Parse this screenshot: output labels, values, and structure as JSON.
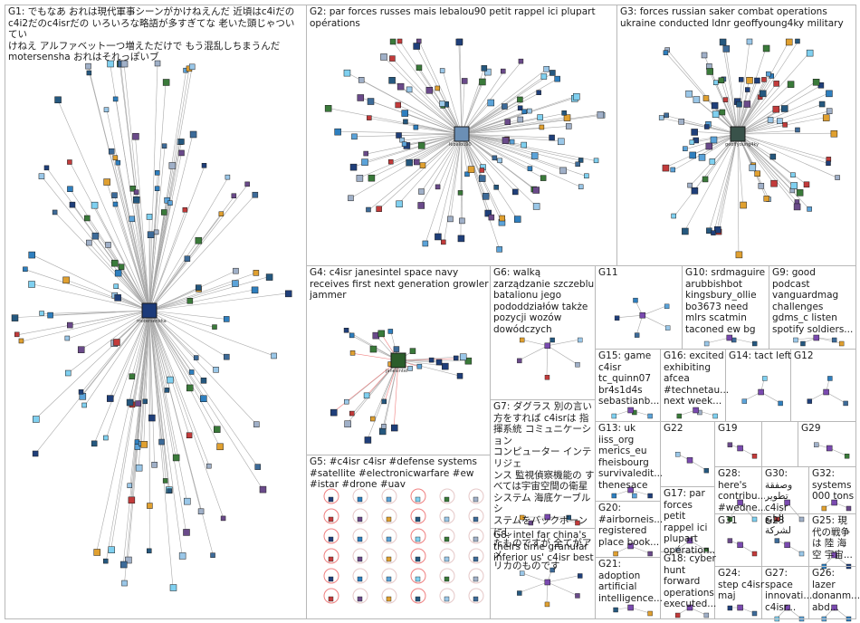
{
  "graph": {
    "groups": [
      {
        "id": "G1",
        "label": "G1: でもなあ おれは現代軍事シーンがかけねえんだ 近頃はc4iだの\nc4i2だのc4isrだの いろいろな略語が多すぎてな 老いた頭じゃついてい\nけねえ アルファベット一つ増えただけで もう混乱しちまうんだ\nmotersensha おれはそれっぽいブ",
        "hub": "motersensha",
        "hub_color": "#1c3b7a",
        "node_count": 150
      },
      {
        "id": "G2",
        "label": "G2: par forces russes mais lebalou90 petit rappel ici plupart\nopérations",
        "hub": "lebalou90",
        "hub_color": "#6b8fb5",
        "node_count": 120
      },
      {
        "id": "G3",
        "label": "G3: forces russian saker combat operations\nukraine conducted ldnr geoffyoung4ky military",
        "hub": "geoffyoung4ky",
        "hub_color": "#39524a",
        "node_count": 95
      },
      {
        "id": "G4",
        "label": "G4: c4isr janesintel space navy\nreceives first next generation growler\njammer",
        "hub": "janesintel",
        "hub_color": "#2b5d2b",
        "node_count": 30
      },
      {
        "id": "G5",
        "label": "G5: #c4isr c4isr #defense systems\n#satellite #electronicwarfare #ew\n#istar #drone #uav",
        "node_count": 36
      },
      {
        "id": "G6",
        "label": "G6: walką\nzarządzanie szczeblu\nbatalionu jego\npododdziałów także\npozycji wozów\ndowódczych",
        "node_count": 6
      },
      {
        "id": "G7",
        "label": "G7: ダグラス 別の言い\n方をすれば c4isrは 指\n揮系統 コミュニケーション\nコンピューター インテリジェ\nンス 監視偵察機能の す\nべては宇宙空間の衛星\nシステム 海底ケーブルシ\nステムをバックボーンにし\nたものですが 全てがアメ\nリカのものです",
        "node_count": 4
      },
      {
        "id": "G8",
        "label": "G8: intel far china's\ntheirs time granular\ninferior us' c4isr best",
        "node_count": 6
      },
      {
        "id": "G9",
        "label": "G9: good\npodcast\nvanguardmag\nchallenges\ngdms_c listen\nspotify soldiers...",
        "node_count": 4
      },
      {
        "id": "G10",
        "label": "G10: srdmaguire\narubbishbot\nkingsbury_ollie\nbo3673 need\nmlrs scatmin\ntaconed ew bg",
        "node_count": 3
      },
      {
        "id": "G11",
        "label": "G11",
        "node_count": 5
      },
      {
        "id": "G12",
        "label": "G12",
        "node_count": 3
      },
      {
        "id": "G13",
        "label": "G13: uk\niiss_org\nmerics_eu\nfheisbourg\nsurvivaledit...\nthenesace",
        "node_count": 3
      },
      {
        "id": "G14",
        "label": "G14: tact left",
        "node_count": 3
      },
      {
        "id": "G15",
        "label": "G15: game\nc4isr\ntc_quinn07\nbr4s1d4s\nsebastianb...",
        "node_count": 3
      },
      {
        "id": "G16",
        "label": "G16: excited\nexhibiting\nafcea\n#technetau...\nnext week...",
        "node_count": 3
      },
      {
        "id": "G17",
        "label": "G17: par\nforces petit\nrappel ici\nplupart\nopération...",
        "node_count": 2
      },
      {
        "id": "G18",
        "label": "G18: cyber\nhunt\nforward\noperations\nexecuted...",
        "node_count": 2
      },
      {
        "id": "G19",
        "label": "G19",
        "node_count": 2
      },
      {
        "id": "G20",
        "label": "G20:\n#airborneis...\nregistered\nplace book...",
        "node_count": 2
      },
      {
        "id": "G21",
        "label": "G21:\nadoption\nartificial\nintelligence...",
        "node_count": 2
      },
      {
        "id": "G22",
        "label": "G22",
        "node_count": 2
      },
      {
        "id": "G23",
        "label": "G23",
        "node_count": 2
      },
      {
        "id": "G24",
        "label": "G24:\nstep c4isr\nmaj",
        "node_count": 2
      },
      {
        "id": "G25",
        "label": "G25: 現\n代の戦争\nは 陸 海\n空 宇宙...",
        "node_count": 2
      },
      {
        "id": "G26",
        "label": "G26:\nlazer\ndonanm...\nabd...",
        "node_count": 2
      },
      {
        "id": "G27",
        "label": "G27:\nspace\ninnovati...\nc4isr...",
        "node_count": 2
      },
      {
        "id": "G28",
        "label": "G28:\nhere's\ncontribu...\n#wedne...",
        "node_count": 2
      },
      {
        "id": "G29",
        "label": "G29",
        "node_count": 2
      },
      {
        "id": "G30",
        "label": "G30:\nوصفقة\nتطوير c4isr\nالتابع لشركة",
        "node_count": 2
      },
      {
        "id": "G31",
        "label": "G31",
        "node_count": 2
      },
      {
        "id": "G32",
        "label": "G32:\nsystems\n000 tons",
        "node_count": 2
      }
    ],
    "colors": {
      "frame": "#b8b8b8",
      "edge": "#a9a9a9",
      "edge_highlight": "#f08080",
      "node_border": "#1a1a1a",
      "label_text": "#1a1a1a"
    }
  }
}
